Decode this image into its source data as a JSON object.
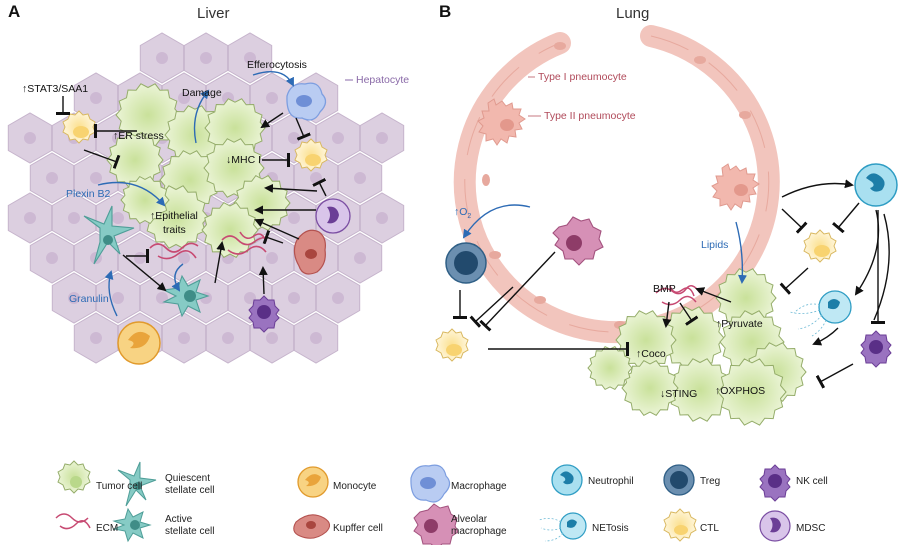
{
  "panels": {
    "a": {
      "letter": "A",
      "title": "Liver"
    },
    "b": {
      "letter": "B",
      "title": "Lung"
    }
  },
  "liver_labels": {
    "stat3": "↑STAT3/SAA1",
    "damage": "Damage",
    "efferocytosis": "Efferocytosis",
    "hepatocyte": "Hepatocyte",
    "er_stress": "↑ER stress",
    "mhc": "↓MHC I",
    "plexin": "Plexin B2",
    "epithelial_1": "↑Epithelial",
    "epithelial_2": "traits",
    "granulin": "Granulin"
  },
  "lung_labels": {
    "type1": "Type I pneumocyte",
    "type2": "Type II pneumocyte",
    "o2": "↑O",
    "o2_sub": "2",
    "lipids": "Lipids",
    "bmp": "BMP",
    "pyruvate": "↑Pyruvate",
    "coco": "↑Coco",
    "sting": "↓STING",
    "oxphos": "↑OXPHOS"
  },
  "legend": [
    {
      "key": "tumor",
      "label": "Tumor cell"
    },
    {
      "key": "ecm",
      "label": "ECM"
    },
    {
      "key": "quiescent",
      "label": [
        "Quiescent",
        "stellate cell"
      ]
    },
    {
      "key": "active",
      "label": [
        "Active",
        "stellate cell"
      ]
    },
    {
      "key": "monocyte",
      "label": "Monocyte"
    },
    {
      "key": "kupffer",
      "label": "Kupffer cell"
    },
    {
      "key": "macrophage",
      "label": "Macrophage"
    },
    {
      "key": "alveolar",
      "label": [
        "Alveolar",
        "macrophage"
      ]
    },
    {
      "key": "neutrophil",
      "label": "Neutrophil"
    },
    {
      "key": "netosis",
      "label": "NETosis"
    },
    {
      "key": "treg",
      "label": "Treg"
    },
    {
      "key": "ctl",
      "label": "CTL"
    },
    {
      "key": "nk",
      "label": "NK cell"
    },
    {
      "key": "mdsc",
      "label": "MDSC"
    }
  ],
  "colors": {
    "hepatocyte_fill": "#dccfe0",
    "hepatocyte_edge": "#c6b4cc",
    "tumor_fill": "#e2efc6",
    "tumor_edge": "#95ad6a",
    "ctl_fill": "#fdf0c8",
    "ctl_edge": "#d9b860",
    "pneumocyte": "#f2c5bd",
    "arrow_blue": "#2d6bb5",
    "ecm": "#c74a72",
    "nk": "#7b4ea3",
    "treg": "#2f5f86",
    "neutrophil": "#5ec0df",
    "kupffer": "#c46866",
    "alveolar": "#a3527e",
    "stellate": "#5fb3ad",
    "monocyte": "#f3b84c",
    "macrophage": "#7d9ee0"
  }
}
